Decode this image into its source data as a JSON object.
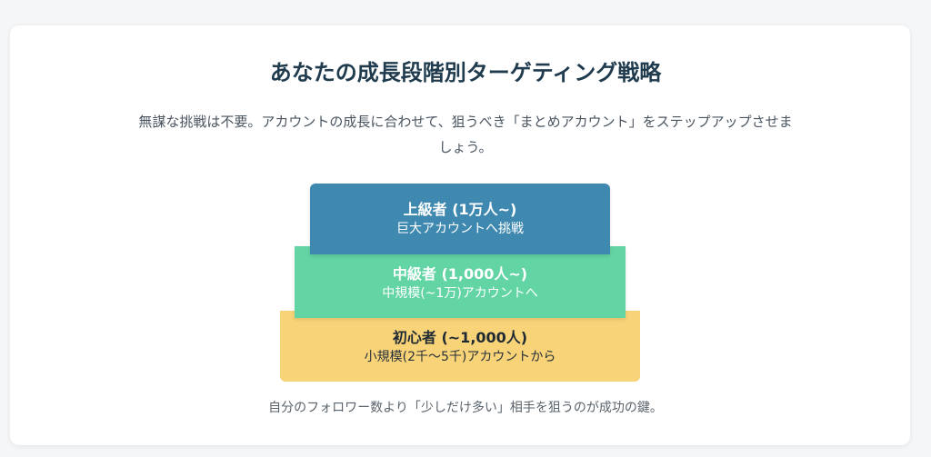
{
  "title": "あなたの成長段階別ターゲティング戦略",
  "subtitle": "無謀な挑戦は不要。アカウントの成長に合わせて、狙うべき「まとめアカウント」をステップアップさせましょう。",
  "tiers": [
    {
      "name": "上級者 (1万人~)",
      "desc": "巨大アカウントへ挑戦",
      "color": "#3f89b0"
    },
    {
      "name": "中級者 (1,000人~)",
      "desc": "中規模(~1万)アカウントへ",
      "color": "#63d5a5"
    },
    {
      "name": "初心者 (~1,000人)",
      "desc": "小規模(2千〜5千)アカウントから",
      "color": "#f8d377"
    }
  ],
  "footnote": "自分のフォロワー数より「少しだけ多い」相手を狙うのが成功の鍵。"
}
